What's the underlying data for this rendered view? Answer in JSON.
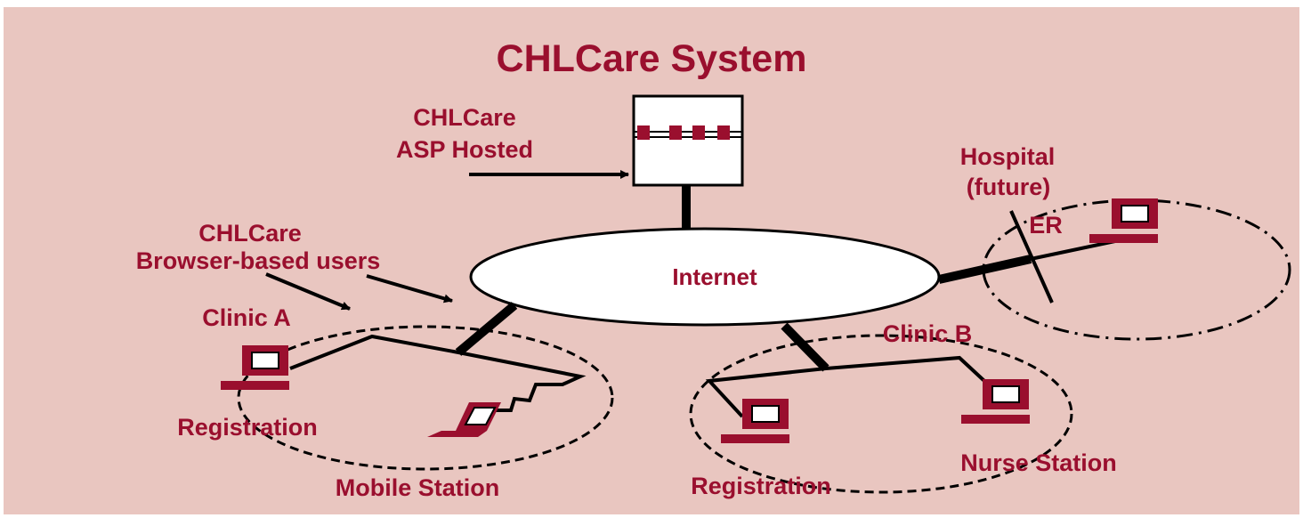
{
  "title": "CHLCare System",
  "labels": {
    "asp_line1": "CHLCare",
    "asp_line2": "ASP Hosted",
    "users_line1": "CHLCare",
    "users_line2": "Browser-based users",
    "internet": "Internet",
    "hospital_line1": "Hospital",
    "hospital_line2": "(future)",
    "er": "ER",
    "clinic_a": "Clinic A",
    "clinic_a_registration": "Registration",
    "mobile_station": "Mobile Station",
    "clinic_b": "Clinic B",
    "clinic_b_registration": "Registration",
    "nurse_station": "Nurse Station"
  },
  "colors": {
    "background": "#e9c6c0",
    "accent": "#9a0f2e",
    "line": "#000000",
    "white": "#ffffff"
  }
}
